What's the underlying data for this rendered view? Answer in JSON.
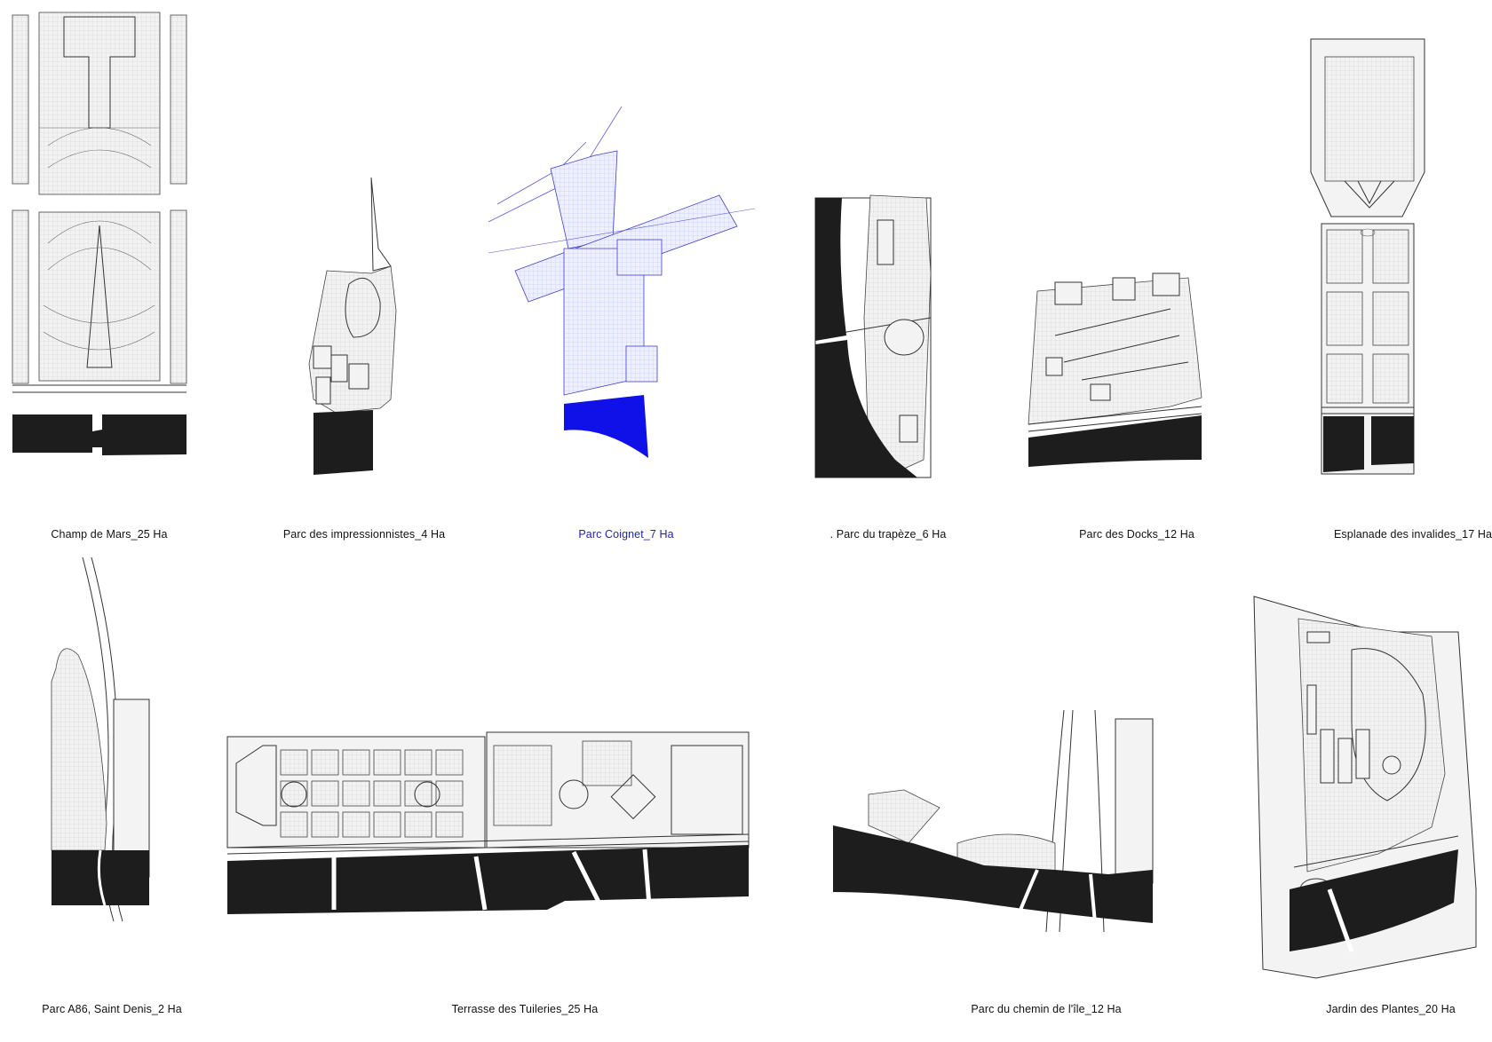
{
  "accent_color": "#1f1fb8",
  "water_color": "#1d1d1d",
  "parks": [
    {
      "label": "Champ de Mars_25 Ha"
    },
    {
      "label": "Parc des impressionnistes_4 Ha"
    },
    {
      "label": "Parc Coignet_7 Ha"
    },
    {
      "label": ". Parc du trapèze_6 Ha"
    },
    {
      "label": "Parc des Docks_12 Ha"
    },
    {
      "label": "Esplanade des invalides_17 Ha"
    },
    {
      "label": "Parc A86, Saint Denis_2 Ha"
    },
    {
      "label": "Terrasse des Tuileries_25 Ha"
    },
    {
      "label": "Parc du chemin de l'île_12 Ha"
    },
    {
      "label": "Jardin des Plantes_20 Ha"
    }
  ]
}
